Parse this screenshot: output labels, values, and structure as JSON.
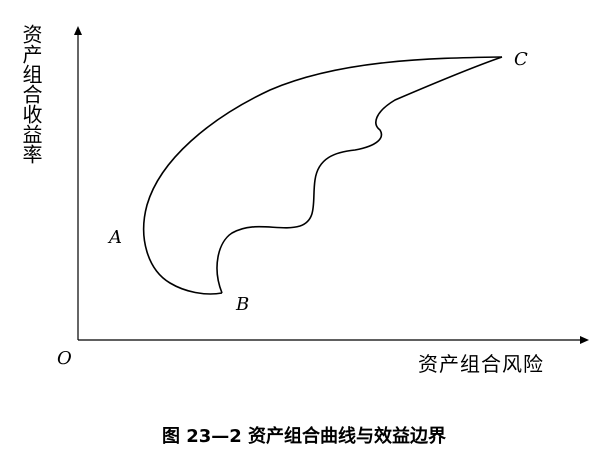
{
  "diagram": {
    "y_axis_label": "资产组合收益率",
    "x_axis_label": "资产组合风险",
    "origin_label": "O",
    "points": {
      "A": "A",
      "B": "B",
      "C": "C"
    }
  },
  "caption": "图 23—2   资产组合曲线与效益边界"
}
